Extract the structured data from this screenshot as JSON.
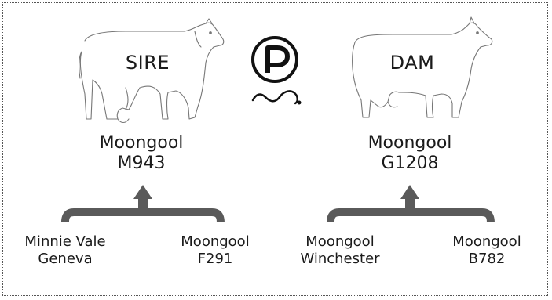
{
  "sire": {
    "tag": "SIRE",
    "name_line1": "Moongool",
    "name_line2": "M943",
    "parents": [
      {
        "line1": "Minnie Vale",
        "line2": "Geneva"
      },
      {
        "line1": "Moongool",
        "line2": "F291"
      }
    ]
  },
  "dam": {
    "tag": "DAM",
    "name_line1": "Moongool",
    "name_line2": "G1208",
    "parents": [
      {
        "line1": "Moongool",
        "line2": "Winchester"
      },
      {
        "line1": "Moongool",
        "line2": "B782"
      }
    ]
  },
  "icons": {
    "polled_symbol": "polled-p-icon",
    "sire_image": "bull-outline-icon",
    "dam_image": "cow-outline-icon",
    "connector": "bracket-arrow-icon"
  },
  "colors": {
    "bracket": "#5a5a5a",
    "outline": "#777777",
    "text": "#1a1a1a",
    "frame": "#555555"
  }
}
